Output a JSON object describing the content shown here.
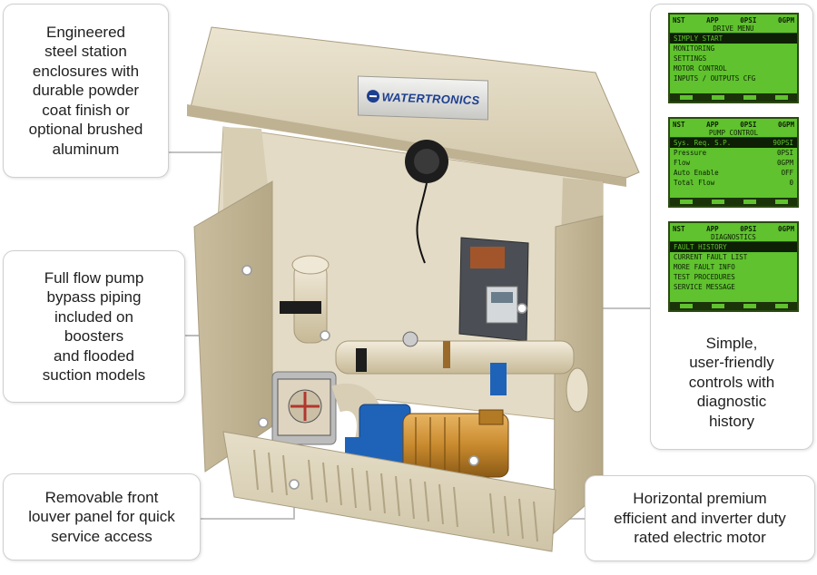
{
  "callouts": {
    "enclosure": [
      "Engineered",
      "steel station",
      "enclosures with",
      "durable powder",
      "coat finish or",
      "optional brushed",
      "aluminum"
    ],
    "bypass": [
      "Full flow pump",
      "bypass piping",
      "included on",
      "boosters",
      "and flooded",
      "suction models"
    ],
    "louver": [
      "Removable front",
      "louver panel for quick",
      "service access"
    ],
    "motor": [
      "Horizontal premium",
      "efficient and inverter duty",
      "rated electric motor"
    ],
    "controls": [
      "Simple,",
      "user-friendly",
      "controls with",
      "diagnostic",
      "history"
    ]
  },
  "brand": {
    "name": "WATERTRONICS"
  },
  "screens": {
    "drive": {
      "status": [
        "NST",
        "APP",
        "0PSI",
        "0GPM"
      ],
      "title": "DRIVE MENU",
      "rows": [
        "SIMPLY START",
        "MONITORING",
        "SETTINGS",
        "MOTOR CONTROL",
        "INPUTS / OUTPUTS CFG"
      ]
    },
    "pump": {
      "status": [
        "NST",
        "APP",
        "0PSI",
        "0GPM"
      ],
      "title": "PUMP CONTROL",
      "rows": [
        [
          "Sys. Req. S.P.",
          "90PSI"
        ],
        [
          "Pressure",
          "0PSI"
        ],
        [
          "Flow",
          "0GPM"
        ],
        [
          "Auto Enable",
          "OFF"
        ],
        [
          "Total Flow",
          "0"
        ]
      ]
    },
    "diag": {
      "status": [
        "NST",
        "APP",
        "0PSI",
        "0GPM"
      ],
      "title": "DIAGNOSTICS",
      "rows": [
        "FAULT HISTORY",
        "CURRENT FAULT LIST",
        "MORE FAULT INFO",
        "TEST PROCEDURES",
        "SERVICE MESSAGE"
      ]
    }
  },
  "colors": {
    "enclosure": "#d8ceb4",
    "lcd": "#5fc22e",
    "motor": "#c98a2e",
    "pump_blue": "#1e63b8",
    "leader": "#b9b9b9"
  }
}
